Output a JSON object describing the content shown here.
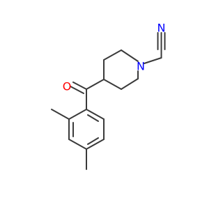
{
  "molecule": {
    "atoms": {
      "nitrile_n": {
        "symbol": "N",
        "color": "#0000ff"
      },
      "piperidine_n": {
        "symbol": "N",
        "color": "#0000ff"
      },
      "carbonyl_o": {
        "symbol": "O",
        "color": "#ff0000"
      }
    },
    "bond_color": "#3a3a3a"
  }
}
